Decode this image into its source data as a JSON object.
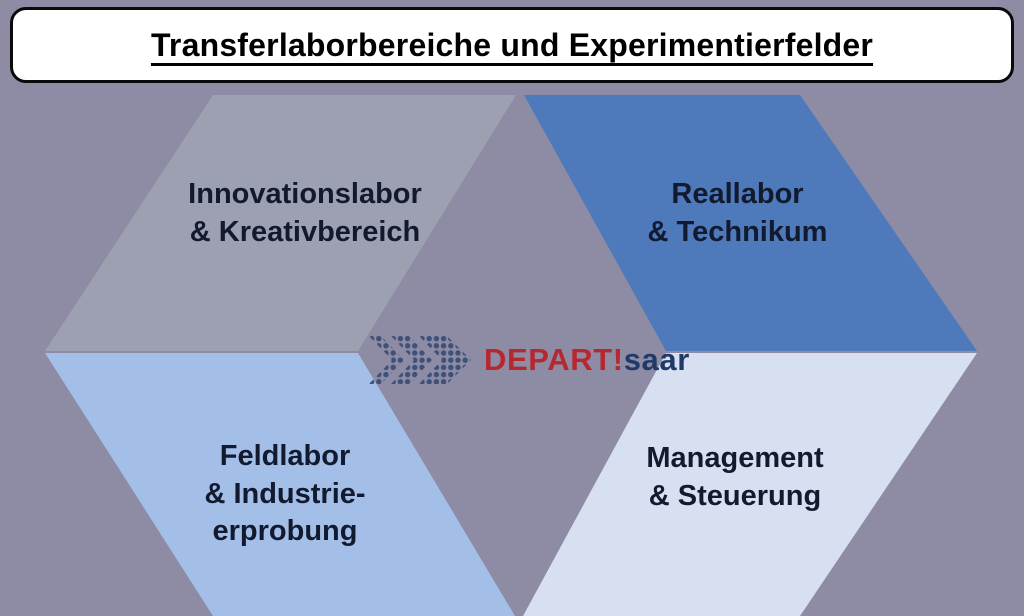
{
  "title": {
    "text": "Transferlaborbereiche und Experimentierfelder"
  },
  "colors": {
    "background": "#8e8ba4",
    "innovationslabor_fill": "#9da0b0",
    "reallabor_fill": "#4e79ba",
    "feldlabor_fill": "#a3bfe7",
    "management_fill": "#d7e0f1",
    "label_text": "#121a30",
    "logo_red": "#b7282e",
    "logo_navy": "#1f3a68",
    "logo_dots": "#3d5179"
  },
  "areas": [
    {
      "id": "innovationslabor",
      "label_lines": [
        "Innovationslabor",
        "& Kreativbereich"
      ]
    },
    {
      "id": "reallabor",
      "label_lines": [
        "Reallabor",
        "& Technikum"
      ]
    },
    {
      "id": "feldlabor",
      "label_lines": [
        "Feldlabor",
        "& Industrie-",
        "erprobung"
      ]
    },
    {
      "id": "management",
      "label_lines": [
        "Management",
        "& Steuerung"
      ]
    }
  ],
  "logo": {
    "depart": "DEPART",
    "exclamation": "!",
    "saar": "saar"
  }
}
